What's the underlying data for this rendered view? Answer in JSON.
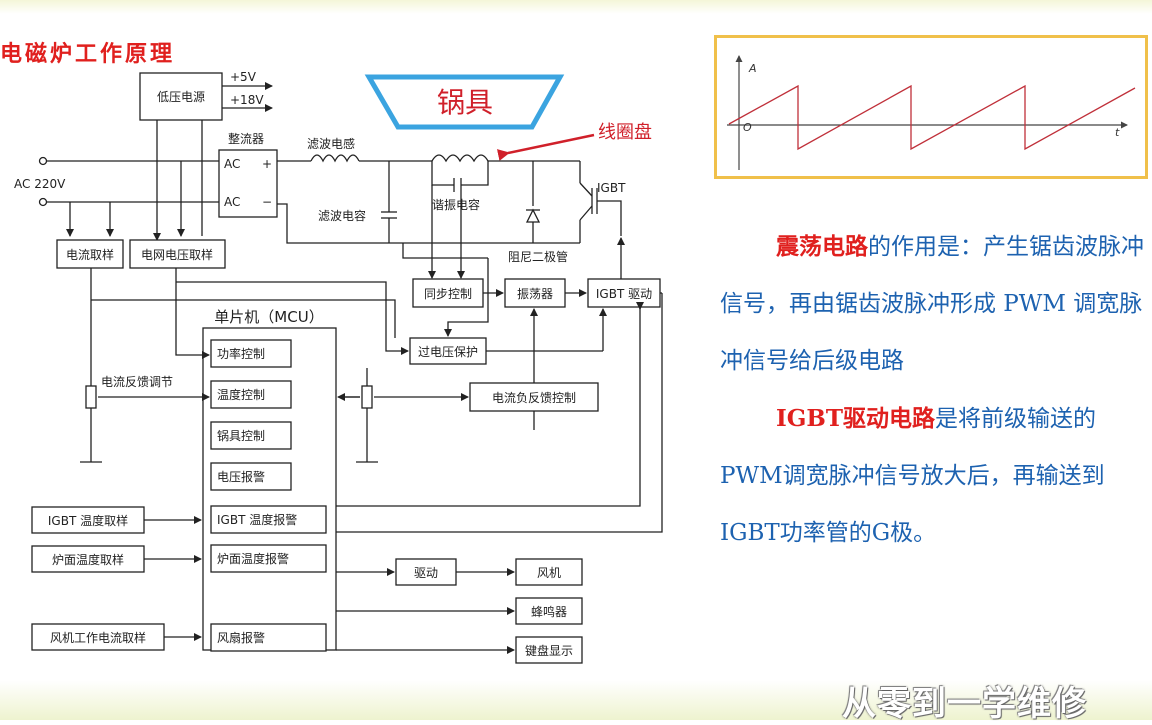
{
  "title": "电磁炉工作原理",
  "circuit": {
    "low_voltage_supply": "低压电源",
    "plus5v": "+5V",
    "plus18v": "+18V",
    "pot": "锅具",
    "coil_label": "线圈盘",
    "rectifier": "整流器",
    "rect_ac1": "AC",
    "rect_ac2": "AC",
    "rect_plus": "+",
    "rect_minus": "−",
    "ac_input": "AC  220V",
    "filter_inductor": "滤波电感",
    "filter_capacitor": "滤波电容",
    "resonant_capacitor": "谐振电容",
    "damper_diode": "阻尼二极管",
    "igbt": "IGBT",
    "current_sampling": "电流取样",
    "grid_voltage_sampling": "电网电压取样",
    "sync_control": "同步控制",
    "oscillator": "振荡器",
    "igbt_drive": "IGBT 驱动",
    "mcu": "单片机（MCU）",
    "overvoltage_protect": "过电压保护",
    "current_feedback_adjust": "电流反馈调节",
    "current_negative_feedback": "电流负反馈控制",
    "mcu_items": [
      "功率控制",
      "温度控制",
      "锅具控制",
      "电压报警",
      "IGBT 温度报警",
      "炉面温度报警",
      "风扇报警"
    ],
    "igbt_temp_sampling": "IGBT 温度取样",
    "surface_temp_sampling": "炉面温度取样",
    "fan_current_sampling": "风机工作电流取样",
    "drive": "驱动",
    "fan": "风机",
    "buzzer": "蜂鸣器",
    "keyboard_display": "键盘显示"
  },
  "waveform": {
    "y_axis_label": "A",
    "origin_label": "O",
    "x_axis_label": "t",
    "line_color": "#c0303a"
  },
  "text_panel": {
    "p1_highlight": "震荡电路",
    "p1_text": "的作用是：产生锯齿波脉冲信号，再由锯齿波脉冲形成 PWM 调宽脉冲信号给后级电路",
    "p2_highlight": "IGBT驱动电路",
    "p2_text": "是将前级输送的PWM调宽脉冲信号放大后，再输送到IGBT功率管的G极。"
  },
  "watermark": "从零到一学维修",
  "colors": {
    "highlight_red": "#e0201e",
    "text_blue": "#1d62b0",
    "frame_gold": "#f0c04a",
    "pot_blue": "#3ba4e0"
  }
}
